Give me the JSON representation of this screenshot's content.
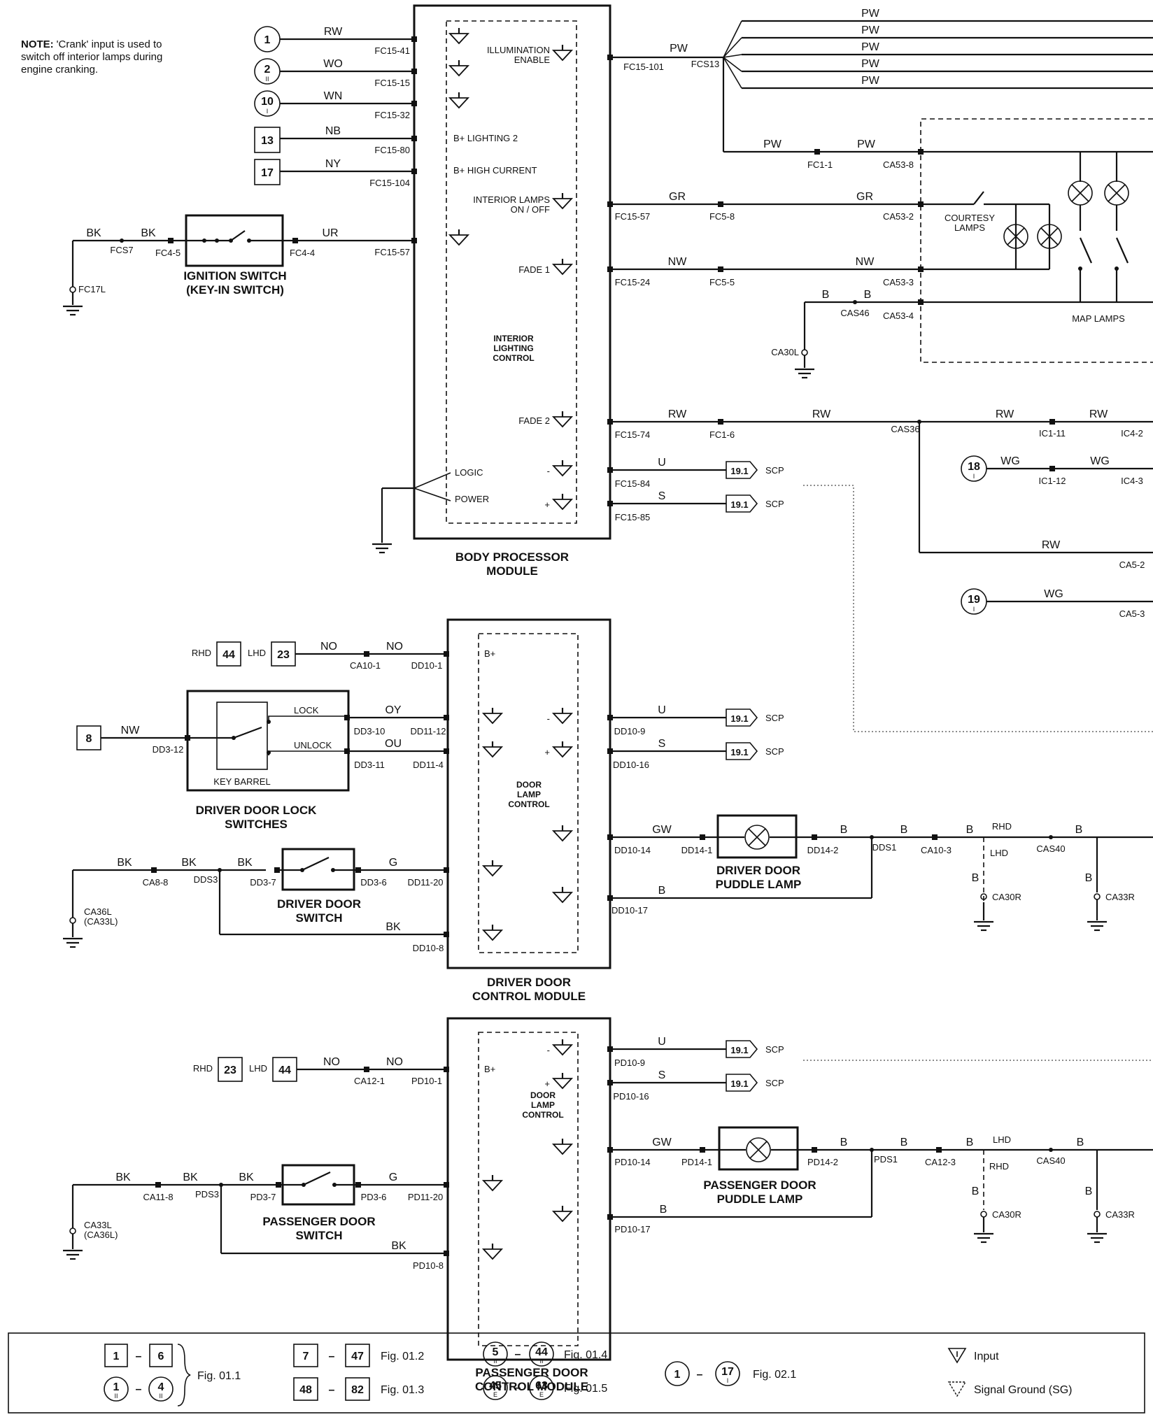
{
  "note": {
    "bold": "NOTE:",
    "lines": [
      "'Crank' input is used to",
      "switch off interior lamps during",
      "engine cranking."
    ]
  },
  "bpm": {
    "title_lines": [
      "BODY PROCESSOR",
      "MODULE"
    ],
    "control_lines": [
      "INTERIOR",
      "LIGHTING",
      "CONTROL"
    ],
    "inputs": [
      {
        "ref": "1",
        "circle": true,
        "roman": "",
        "wire": "RW",
        "pin": "FC15-41"
      },
      {
        "ref": "2",
        "circle": true,
        "roman": "II",
        "wire": "WO",
        "pin": "FC15-15"
      },
      {
        "ref": "10",
        "circle": true,
        "roman": "I",
        "wire": "WN",
        "pin": "FC15-32"
      },
      {
        "ref": "13",
        "circle": false,
        "roman": "",
        "wire": "NB",
        "pin": "FC15-80",
        "label": "B+ LIGHTING 2"
      },
      {
        "ref": "17",
        "circle": false,
        "roman": "",
        "wire": "NY",
        "pin": "FC15-104",
        "label": "B+ HIGH CURRENT"
      }
    ],
    "illum": {
      "label_lines": [
        "ILLUMINATION",
        "ENABLE"
      ],
      "wire": "PW",
      "pin": "FC15-101",
      "splice": "FCS13",
      "fan": [
        "PW",
        "PW",
        "PW",
        "PW",
        "PW"
      ]
    },
    "interior": {
      "label_lines": [
        "INTERIOR LAMPS",
        "ON / OFF"
      ],
      "wire": "GR",
      "pin": "FC15-57",
      "conn": "FC5-8",
      "wire2": "GR",
      "conn2": "CA53-2"
    },
    "fade1": {
      "label": "FADE 1",
      "wire": "NW",
      "pin": "FC15-24",
      "conn": "FC5-5",
      "wire2": "NW",
      "conn2": "CA53-3"
    },
    "fade2": {
      "label": "FADE 2",
      "wire": "RW",
      "pin": "FC15-74",
      "conn": "FC1-6",
      "wire2": "RW",
      "splice": "CAS36",
      "wire3": "RW",
      "conn3": "IC1-11",
      "wire4": "RW",
      "conn4": "IC4-2",
      "wire5": "RW",
      "conn5": "CA5-2"
    },
    "pw_branch": {
      "wire": "PW",
      "conn": "FC1-1",
      "wire2": "PW",
      "conn2": "CA53-8"
    },
    "ground": {
      "wire": "B",
      "splice": "CAS46",
      "wire2": "B",
      "conn": "CA53-4",
      "ground": "CA30L"
    },
    "logic": "LOGIC",
    "power": "POWER",
    "scp": [
      {
        "sign": "-",
        "wire": "U",
        "pin": "FC15-84",
        "ref": "19.1",
        "label": "SCP"
      },
      {
        "sign": "+",
        "wire": "S",
        "pin": "FC15-85",
        "ref": "19.1",
        "label": "SCP"
      }
    ],
    "ign": {
      "wire1": "BK",
      "splice": "FCS7",
      "wire2": "BK",
      "conn1": "FC4-5",
      "conn2": "FC4-4",
      "wire3": "UR",
      "pin": "FC15-57",
      "ground": "FC17L",
      "title_lines": [
        "IGNITION SWITCH",
        "(KEY-IN SWITCH)"
      ]
    },
    "ref18": {
      "ref": "18",
      "roman": "I",
      "wire": "WG",
      "conn": "IC1-12",
      "wire2": "WG",
      "conn2": "IC4-3"
    },
    "ref19": {
      "ref": "19",
      "roman": "I",
      "wire": "WG",
      "conn": "CA5-3"
    }
  },
  "lamps": {
    "courtesy_lines": [
      "COURTESY",
      "LAMPS"
    ],
    "map": "MAP LAMPS"
  },
  "ddcm": {
    "title_lines": [
      "DRIVER DOOR",
      "CONTROL MODULE"
    ],
    "control_lines": [
      "DOOR",
      "LAMP",
      "CONTROL"
    ],
    "bplus": {
      "rhd_label": "RHD",
      "rhd_ref": "44",
      "lhd_label": "LHD",
      "lhd_ref": "23",
      "wire": "NO",
      "conn": "CA10-1",
      "wire2": "NO",
      "pin": "DD10-1",
      "label": "B+"
    },
    "lock": {
      "ref": "8",
      "wire": "NW",
      "conn": "DD3-12",
      "lock_label": "LOCK",
      "unlock_label": "UNLOCK",
      "barrel": "KEY BARREL",
      "wire_lock": "OY",
      "conn_lock": "DD3-10",
      "pin_lock": "DD11-12",
      "wire_unlock": "OU",
      "conn_unlock": "DD3-11",
      "pin_unlock": "DD11-4",
      "title_lines": [
        "DRIVER DOOR LOCK",
        "SWITCHES"
      ]
    },
    "scp": [
      {
        "sign": "-",
        "wire": "U",
        "pin": "DD10-9",
        "ref": "19.1",
        "label": "SCP"
      },
      {
        "sign": "+",
        "wire": "S",
        "pin": "DD10-16",
        "ref": "19.1",
        "label": "SCP"
      }
    ],
    "puddle": {
      "wire": "GW",
      "pin": "DD10-14",
      "conn": "DD14-1",
      "conn2": "DD14-2",
      "wire2": "B",
      "splice": "DDS1",
      "wire3": "B",
      "conn3": "CA10-3",
      "wire4": "B",
      "opt1": "RHD",
      "opt2": "LHD",
      "splice2": "CAS40",
      "wire5": "B",
      "wire6": "B",
      "wire7": "B",
      "ground1": "CA30R",
      "ground2": "CA33R",
      "title_lines": [
        "DRIVER DOOR",
        "PUDDLE LAMP"
      ],
      "ret_wire": "B",
      "ret_pin": "DD10-17"
    },
    "sw": {
      "wire1": "BK",
      "conn1": "CA8-8",
      "wire2": "BK",
      "splice": "DDS3",
      "wire3": "BK",
      "conn2": "DD3-7",
      "conn3": "DD3-6",
      "wire4": "G",
      "pin": "DD11-20",
      "wire5": "BK",
      "pin2": "DD10-8",
      "ground_lines": [
        "CA36L",
        "(CA33L)"
      ],
      "title_lines": [
        "DRIVER DOOR",
        "SWITCH"
      ]
    }
  },
  "pdcm": {
    "title_lines": [
      "PASSENGER DOOR",
      "CONTROL MODULE"
    ],
    "control_lines": [
      "DOOR",
      "LAMP",
      "CONTROL"
    ],
    "bplus": {
      "rhd_label": "RHD",
      "rhd_ref": "23",
      "lhd_label": "LHD",
      "lhd_ref": "44",
      "wire": "NO",
      "conn": "CA12-1",
      "wire2": "NO",
      "pin": "PD10-1",
      "label": "B+"
    },
    "scp": [
      {
        "sign": "-",
        "wire": "U",
        "pin": "PD10-9",
        "ref": "19.1",
        "label": "SCP"
      },
      {
        "sign": "+",
        "wire": "S",
        "pin": "PD10-16",
        "ref": "19.1",
        "label": "SCP"
      }
    ],
    "puddle": {
      "wire": "GW",
      "pin": "PD10-14",
      "conn": "PD14-1",
      "conn2": "PD14-2",
      "wire2": "B",
      "splice": "PDS1",
      "wire3": "B",
      "conn3": "CA12-3",
      "wire4": "B",
      "opt1": "LHD",
      "opt2": "RHD",
      "splice2": "CAS40",
      "wire5": "B",
      "wire6": "B",
      "wire7": "B",
      "ground1": "CA30R",
      "ground2": "CA33R",
      "title_lines": [
        "PASSENGER DOOR",
        "PUDDLE LAMP"
      ],
      "ret_wire": "B",
      "ret_pin": "PD10-17"
    },
    "sw": {
      "wire1": "BK",
      "conn1": "CA11-8",
      "wire2": "BK",
      "splice": "PDS3",
      "wire3": "BK",
      "conn2": "PD3-7",
      "conn3": "PD3-6",
      "wire4": "G",
      "pin": "PD11-20",
      "wire5": "BK",
      "pin2": "PD10-8",
      "ground_lines": [
        "CA33L",
        "(CA36L)"
      ],
      "title_lines": [
        "PASSENGER DOOR",
        "SWITCH"
      ]
    }
  },
  "legend": {
    "g1": {
      "a": "1",
      "b": "6",
      "c": "1",
      "c_roman": "II",
      "d": "4",
      "d_roman": "II",
      "fig": "Fig. 01.1"
    },
    "g2": {
      "a": "7",
      "b": "47",
      "fig1": "Fig. 01.2",
      "c": "48",
      "d": "82",
      "fig2": "Fig. 01.3"
    },
    "g3": {
      "a": "5",
      "a_sub": "II",
      "b": "44",
      "b_sub": "II",
      "fig1": "Fig. 01.4",
      "c": "45",
      "c_sub": "E",
      "d": "63",
      "d_sub": "E",
      "fig2": "Fig. 01.5"
    },
    "g4": {
      "a": "1",
      "b": "17",
      "b_sub": "I",
      "fig": "Fig. 02.1"
    },
    "input": "Input",
    "sg": "Signal Ground (SG)",
    "dash": "–"
  }
}
